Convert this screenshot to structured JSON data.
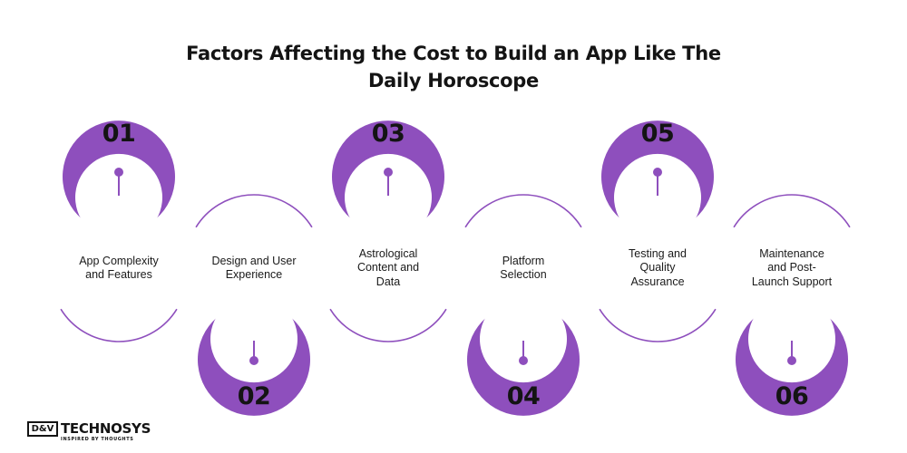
{
  "title": {
    "line1": "Factors Affecting the Cost to Build an App Like The",
    "line2": "Daily Horoscope"
  },
  "steps": [
    {
      "number": "01",
      "label": "App Complexity and Features"
    },
    {
      "number": "02",
      "label": "Design and User Experience"
    },
    {
      "number": "03",
      "label": "Astrological Content and Data"
    },
    {
      "number": "04",
      "label": "Platform Selection"
    },
    {
      "number": "05",
      "label": "Testing and Quality Assurance"
    },
    {
      "number": "06",
      "label": "Maintenance and Post-Launch Support"
    }
  ],
  "colors": {
    "ring": "#8e4fbd",
    "text": "#141414"
  },
  "logo": {
    "mark": "D&V",
    "name": "TECHNOSYS",
    "tagline": "INSPIRED BY THOUGHTS"
  }
}
